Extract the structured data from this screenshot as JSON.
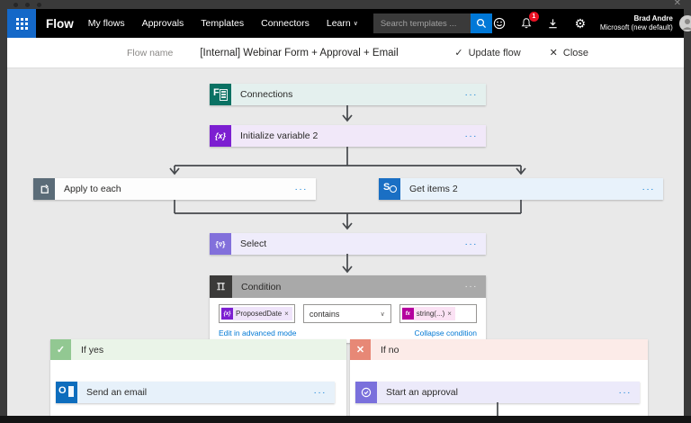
{
  "window": {
    "close_glyph": "✕"
  },
  "topbar": {
    "brand": "Flow",
    "nav": [
      "My flows",
      "Approvals",
      "Templates",
      "Connectors"
    ],
    "learn_label": "Learn",
    "search_placeholder": "Search templates ...",
    "notification_count": "1",
    "user_name": "Brad Andre",
    "user_org": "Microsoft (new default)"
  },
  "flowbar": {
    "label": "Flow name",
    "title": "[Internal] Webinar Form + Approval + Email",
    "update_label": "Update flow",
    "close_label": "Close"
  },
  "canvas": {
    "connections": {
      "title": "Connections",
      "icon_letter": "F"
    },
    "initialize": {
      "title": "Initialize variable 2",
      "icon_glyph": "{x}"
    },
    "apply": {
      "title": "Apply to each"
    },
    "getitems": {
      "title": "Get items 2",
      "icon_letter": "S"
    },
    "select": {
      "title": "Select",
      "icon_glyph": "{▿}"
    },
    "condition": {
      "title": "Condition",
      "field1_chip": "ProposedDate",
      "field1_chip_icon": "{x}",
      "operator": "contains",
      "field2_chip": "string(...)",
      "field2_chip_icon": "fx",
      "remove_glyph": "×",
      "advanced_link": "Edit in advanced mode",
      "collapse_link": "Collapse condition"
    },
    "ifyes": {
      "title": "If yes",
      "icon_glyph": "✓"
    },
    "ifno": {
      "title": "If no",
      "icon_glyph": "✕"
    },
    "sendemail": {
      "title": "Send an email",
      "icon_letter": "O"
    },
    "approval": {
      "title": "Start an approval"
    }
  },
  "glyphs": {
    "more": "···",
    "check": "✓",
    "close": "✕",
    "chevron_down": "∨",
    "caret": "⌄",
    "gear": "⚙"
  },
  "colors": {
    "accent_blue": "#0078d4",
    "forms_teal": "#0a7163",
    "variable_purple": "#7c1fd1",
    "sharepoint_blue": "#1a6fc4",
    "outlook_blue": "#0e6dbd",
    "approvals_purple": "#7a70dc",
    "success_green": "#92c892",
    "error_salmon": "#e78876",
    "condition_gray": "#a9a9a9",
    "badge_red": "#e81123"
  }
}
